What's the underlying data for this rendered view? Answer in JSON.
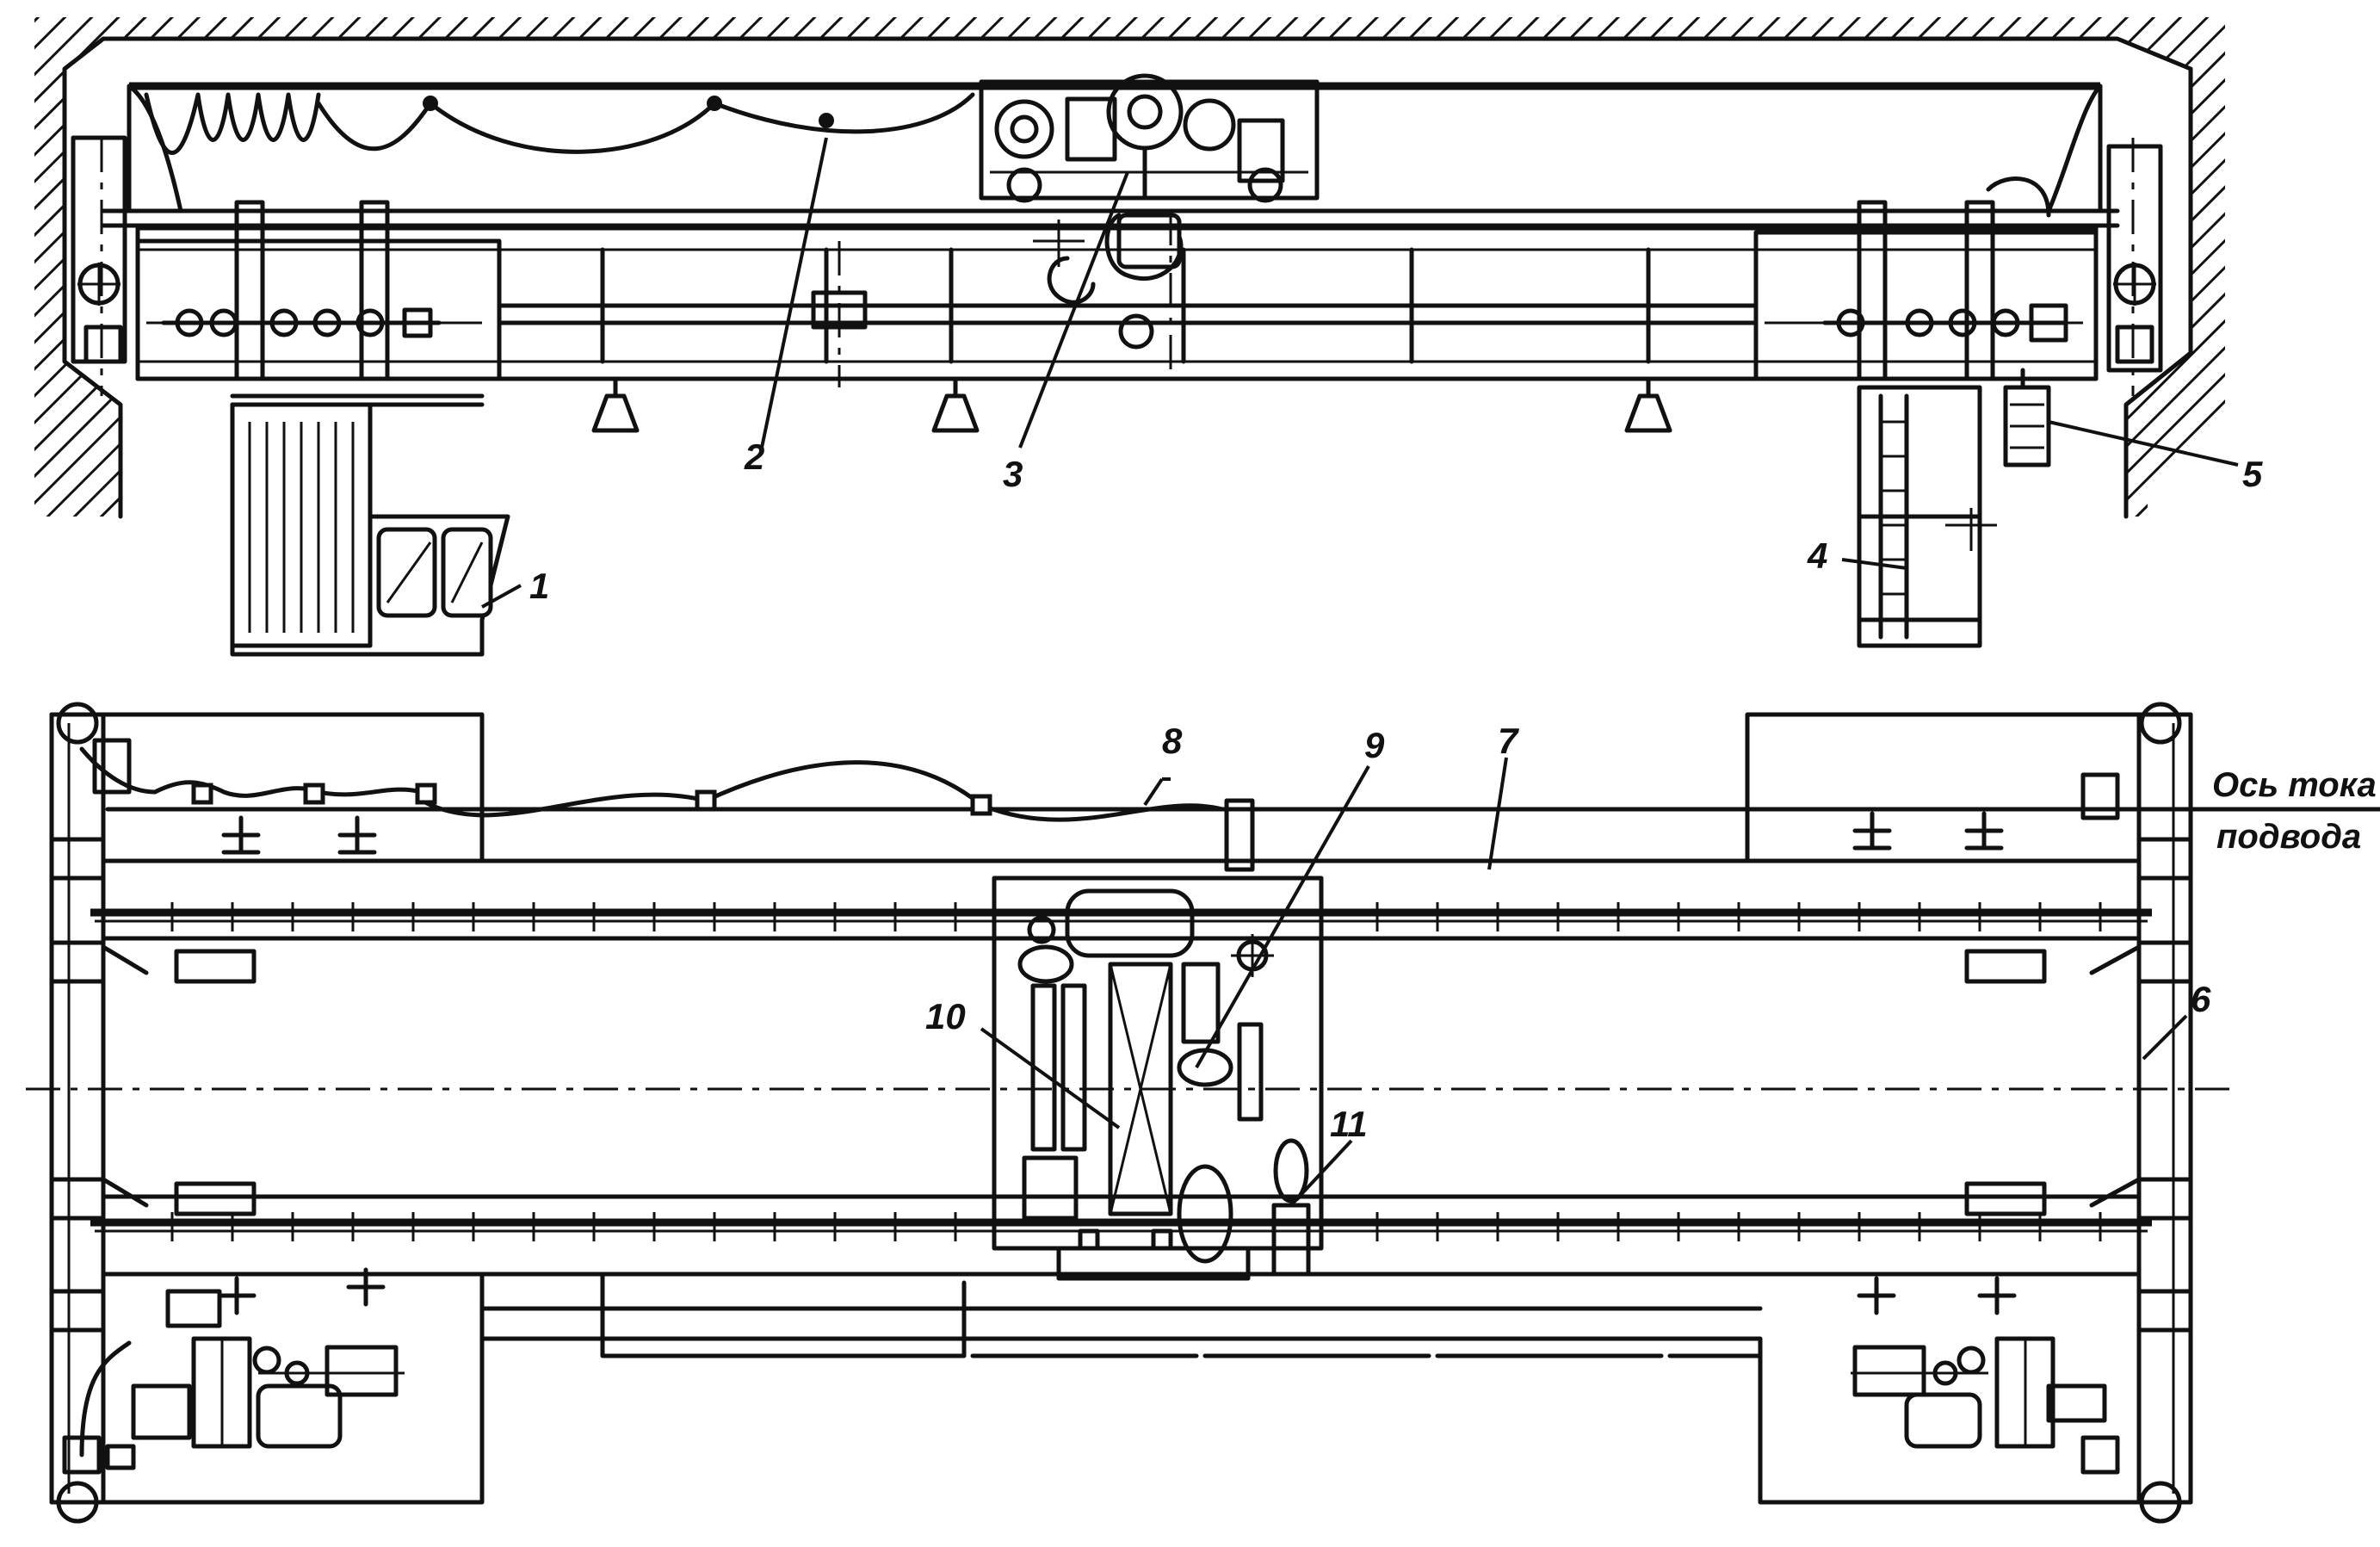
{
  "callouts": {
    "n1": "1",
    "n2": "2",
    "n3": "3",
    "n4": "4",
    "n5": "5",
    "n6": "6",
    "n7": "7",
    "n8": "8",
    "n9": "9",
    "n10": "10",
    "n11": "11"
  },
  "axis_label": {
    "line1": "Ось тока",
    "line2": "подвода"
  }
}
